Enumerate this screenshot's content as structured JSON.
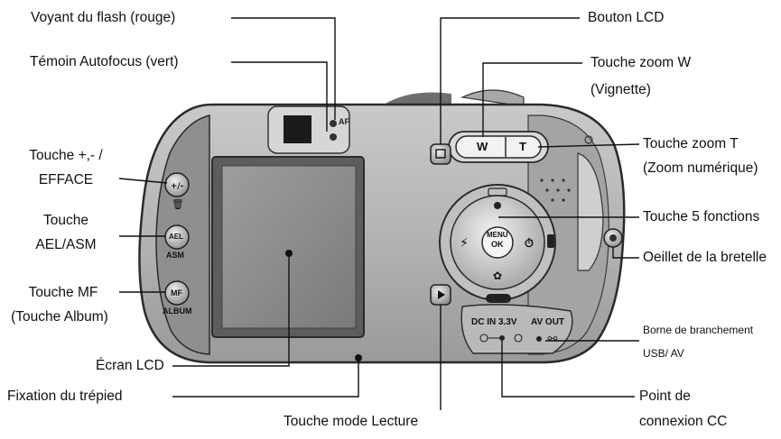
{
  "labels": {
    "flash_led": "Voyant du flash (rouge)",
    "af_led": "Témoin Autofocus (vert)",
    "plus_minus_1": "Touche +,- /",
    "plus_minus_2": "EFFACE",
    "ael_1": "Touche",
    "ael_2": "AEL/ASM",
    "mf_1": "Touche MF",
    "mf_2": "(Touche Album)",
    "lcd_screen": "Écran LCD",
    "tripod": "Fixation du trépied",
    "playback": "Touche mode Lecture",
    "lcd_button": "Bouton LCD",
    "zoom_w_1": "Touche zoom W",
    "zoom_w_2": "(Vignette)",
    "zoom_t_1": "Touche zoom T",
    "zoom_t_2": "(Zoom numérique)",
    "five_func": "Touche 5 fonctions",
    "strap": "Oeillet de la bretelle",
    "usb_av_1": "Borne de branchement",
    "usb_av_2": "USB/ AV",
    "dc_1": "Point de",
    "dc_2": "connexion CC"
  },
  "camera_marks": {
    "af": "AF",
    "w": "W",
    "t": "T",
    "menu": "MENU",
    "ok": "OK",
    "ael": "AEL",
    "asm": "ASM",
    "mf": "MF",
    "album": "ALBUM",
    "dc_in": "DC IN 3.3V",
    "av_out": "AV OUT"
  }
}
